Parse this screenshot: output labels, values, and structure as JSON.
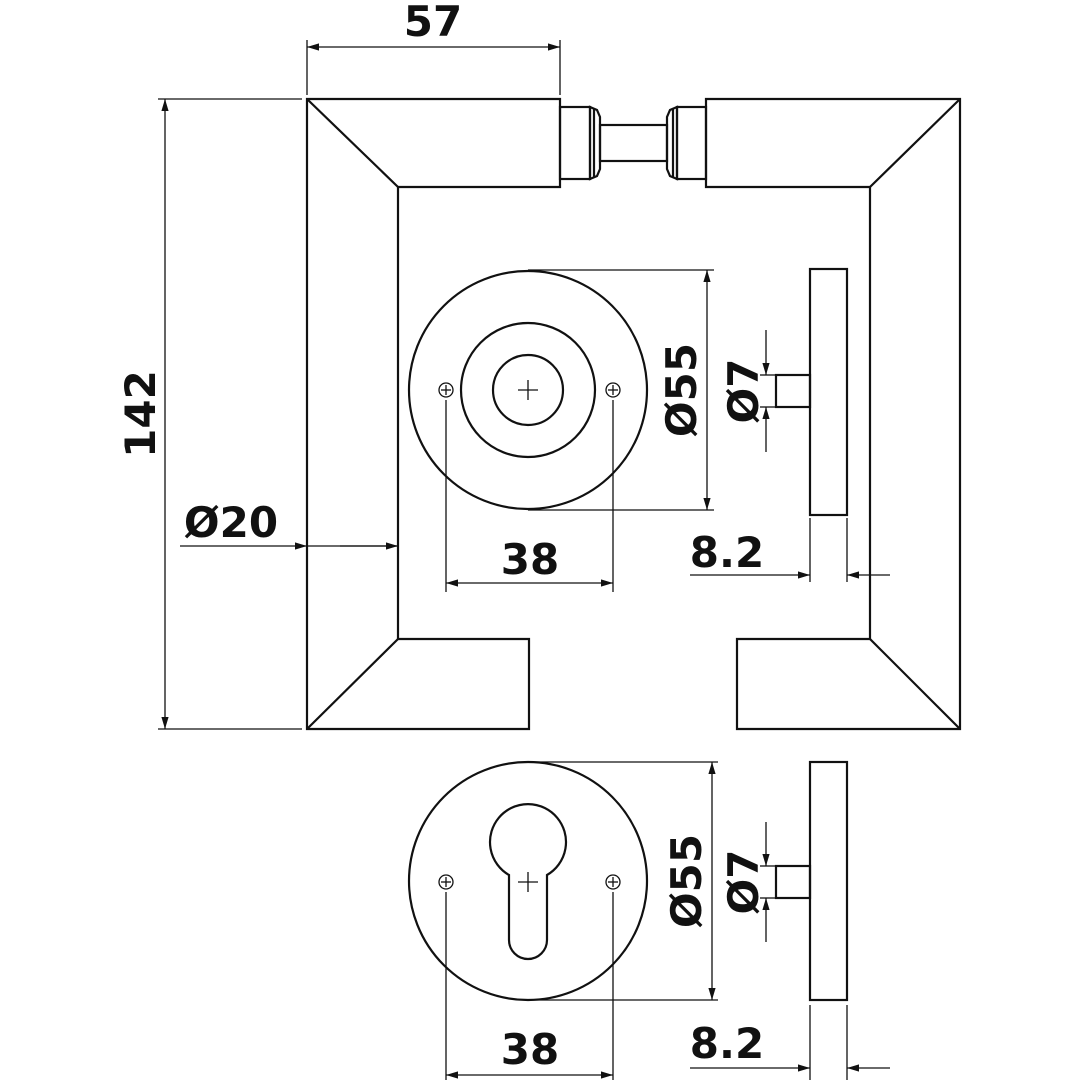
{
  "drawing": {
    "colors": {
      "line": "#111111",
      "background": "#ffffff"
    },
    "dimensions": {
      "handle_projection": "57",
      "overall_length": "142",
      "handle_diameter": "Ø20",
      "rose_diameter_top": "Ø55",
      "spindle_diameter_top": "Ø7",
      "hole_spacing_top": "38",
      "rose_thickness_top": "8.2",
      "rose_diameter_bottom": "Ø55",
      "spindle_diameter_bottom": "Ø7",
      "hole_spacing_bottom": "38",
      "rose_thickness_bottom": "8.2"
    }
  }
}
